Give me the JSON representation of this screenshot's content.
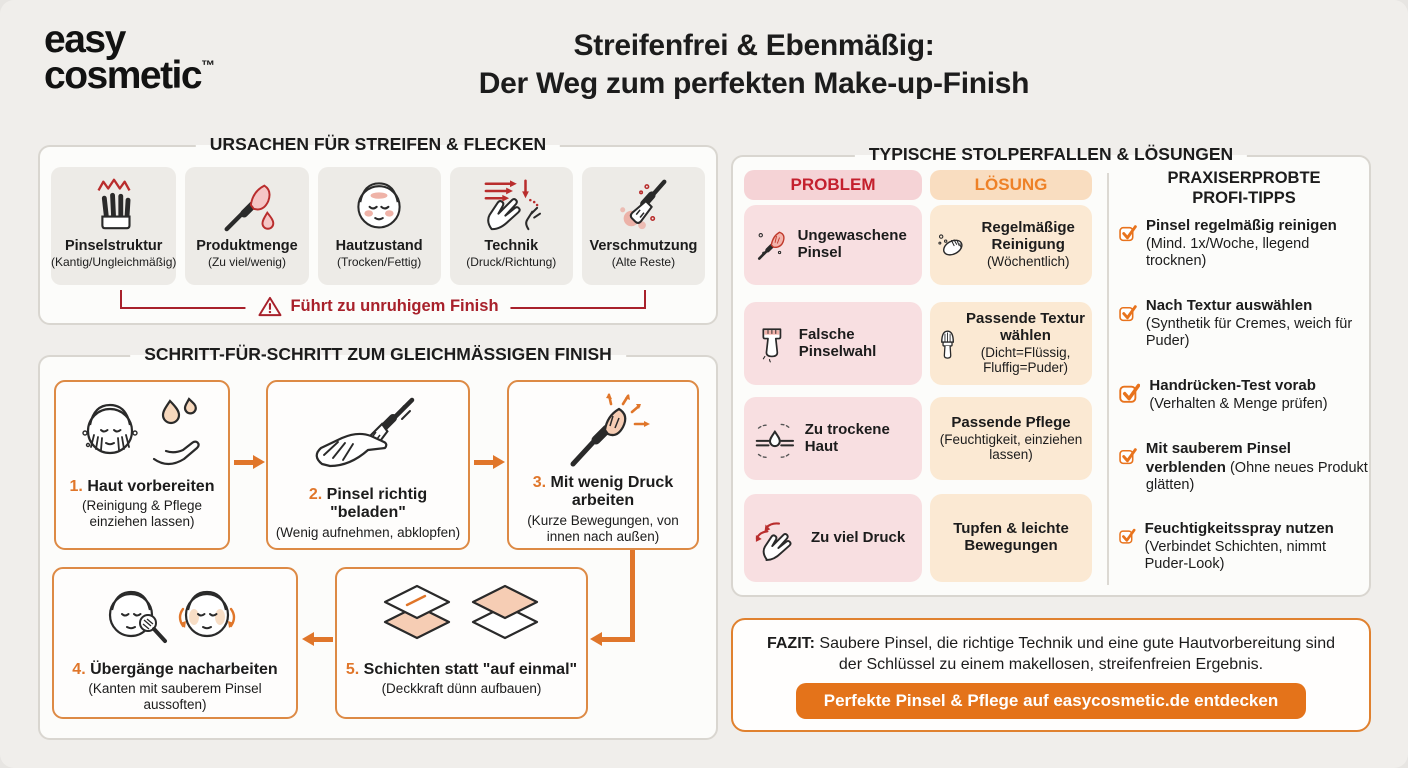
{
  "logo": {
    "line1": "easy",
    "line2": "cosmetic",
    "tm": "™"
  },
  "title": {
    "line1": "Streifenfrei & Ebenmäßig:",
    "line2": "Der Weg zum perfekten Make-up-Finish"
  },
  "colors": {
    "accent_orange": "#E4731A",
    "border_orange": "#DD8A45",
    "problem_red": "#C4202E",
    "warning_red": "#A8212B",
    "pink_cell": "#F8DFE1",
    "peach_cell": "#FBE9D3"
  },
  "causes": {
    "heading": "URSACHEN FÜR STREIFEN & FLECKEN",
    "items": [
      {
        "icon": "jagged-bristles-icon",
        "label": "Pinselstruktur",
        "sub": "(Kantig/Ungleichmäßig)"
      },
      {
        "icon": "brush-drop-icon",
        "label": "Produktmenge",
        "sub": "(Zu viel/wenig)"
      },
      {
        "icon": "face-patches-icon",
        "label": "Hautzustand",
        "sub": "(Trocken/Fettig)"
      },
      {
        "icon": "hand-arrows-icon",
        "label": "Technik",
        "sub": "(Druck/Richtung)"
      },
      {
        "icon": "dirty-brush-icon",
        "label": "Verschmutzung",
        "sub": "(Alte Reste)"
      }
    ],
    "warning": "Führt zu unruhigem Finish"
  },
  "steps": {
    "heading": "SCHRITT-FÜR-SCHRITT ZUM GLEICHMÄSSIGEN FINISH",
    "items": [
      {
        "num": "1.",
        "title": "Haut vorbereiten",
        "sub": "(Reinigung & Pflege einziehen lassen)"
      },
      {
        "num": "2.",
        "title": "Pinsel richtig \"beladen\"",
        "sub": "(Wenig aufnehmen, abklopfen)"
      },
      {
        "num": "3.",
        "title": "Mit wenig Druck arbeiten",
        "sub": "(Kurze Bewegungen, von innen nach außen)"
      },
      {
        "num": "4.",
        "title": "Übergänge nacharbeiten",
        "sub": "(Kanten mit sauberem Pinsel aussoften)"
      },
      {
        "num": "5.",
        "title": "Schichten statt \"auf einmal\"",
        "sub": "(Deckkraft dünn aufbauen)"
      }
    ]
  },
  "pitfalls": {
    "heading": "TYPISCHE STOLPERFALLEN & LÖSUNGEN",
    "problem_header": "PROBLEM",
    "solution_header": "LÖSUNG",
    "rows": [
      {
        "problem": "Ungewaschene Pinsel",
        "solution": "Regelmäßige Reinigung",
        "solution_sub": "(Wöchentlich)"
      },
      {
        "problem": "Falsche Pinselwahl",
        "solution": "Passende Textur wählen",
        "solution_sub": "(Dicht=Flüssig, Fluffig=Puder)"
      },
      {
        "problem": "Zu trockene Haut",
        "solution": "Passende Pflege",
        "solution_sub": "(Feuchtigkeit, einziehen lassen)"
      },
      {
        "problem": "Zu viel Druck",
        "solution": "Tupfen & leichte Bewegungen",
        "solution_sub": ""
      }
    ]
  },
  "tips": {
    "heading_line1": "PRAXISERPROBTE",
    "heading_line2": "PROFI-TIPPS",
    "items": [
      {
        "bold": "Pinsel regelmäßig reinigen",
        "rest": "(Mind. 1x/Woche, llegend trocknen)"
      },
      {
        "bold": "Nach Textur auswählen",
        "rest": "(Synthetik für Cremes, weich für Puder)"
      },
      {
        "bold": "Handrücken-Test vorab",
        "rest": "(Verhalten & Menge prüfen)"
      },
      {
        "bold": "Mit sauberem Pinsel verblenden",
        "rest": "(Ohne neues Produkt glätten)"
      },
      {
        "bold": "Feuchtigkeitsspray nutzen",
        "rest": "(Verbindet Schichten, nimmt Puder-Look)"
      }
    ]
  },
  "fazit": {
    "label": "FAZIT:",
    "text": "Saubere Pinsel, die richtige Technik und eine gute Hautvorbereitung sind der Schlüssel zu einem makellosen, streifenfreien Ergebnis.",
    "button": "Perfekte Pinsel & Pflege auf easycosmetic.de entdecken"
  }
}
